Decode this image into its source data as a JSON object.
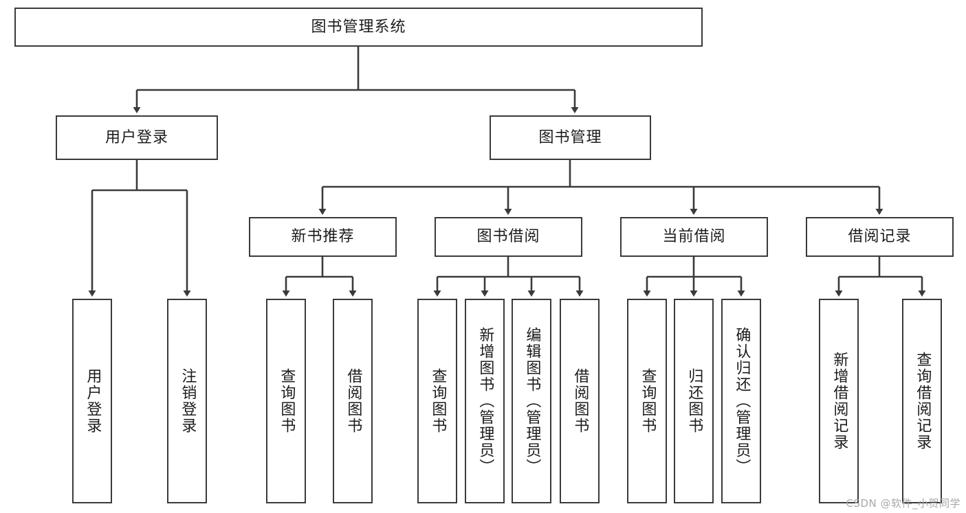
{
  "diagram": {
    "title": "图书管理系统",
    "type": "hierarchy-tree",
    "root": {
      "label": "图书管理系统"
    },
    "level2": [
      {
        "label": "用户登录"
      },
      {
        "label": "图书管理"
      }
    ],
    "level3": [
      {
        "label": "新书推荐"
      },
      {
        "label": "图书借阅"
      },
      {
        "label": "当前借阅"
      },
      {
        "label": "借阅记录"
      }
    ],
    "leaves": {
      "user_login": [
        {
          "label": "用户登录"
        },
        {
          "label": "注销登录"
        }
      ],
      "new_book_recommend": [
        {
          "label": "查询图书"
        },
        {
          "label": "借阅图书"
        }
      ],
      "book_borrow": [
        {
          "label": "查询图书"
        },
        {
          "label": "新增图书（管理员）"
        },
        {
          "label": "编辑图书（管理员）"
        },
        {
          "label": "借阅图书"
        }
      ],
      "current_borrow": [
        {
          "label": "查询图书"
        },
        {
          "label": "归还图书"
        },
        {
          "label": "确认归还（管理员）"
        }
      ],
      "borrow_records": [
        {
          "label": "新增借阅记录"
        },
        {
          "label": "查询借阅记录"
        }
      ]
    }
  },
  "watermark": {
    "text": "CSDN @软件_小贺同学"
  },
  "colors": {
    "stroke": "#3a3a3a",
    "background": "#ffffff",
    "text": "#1c1c1c",
    "watermark": "#a8a8a8"
  }
}
